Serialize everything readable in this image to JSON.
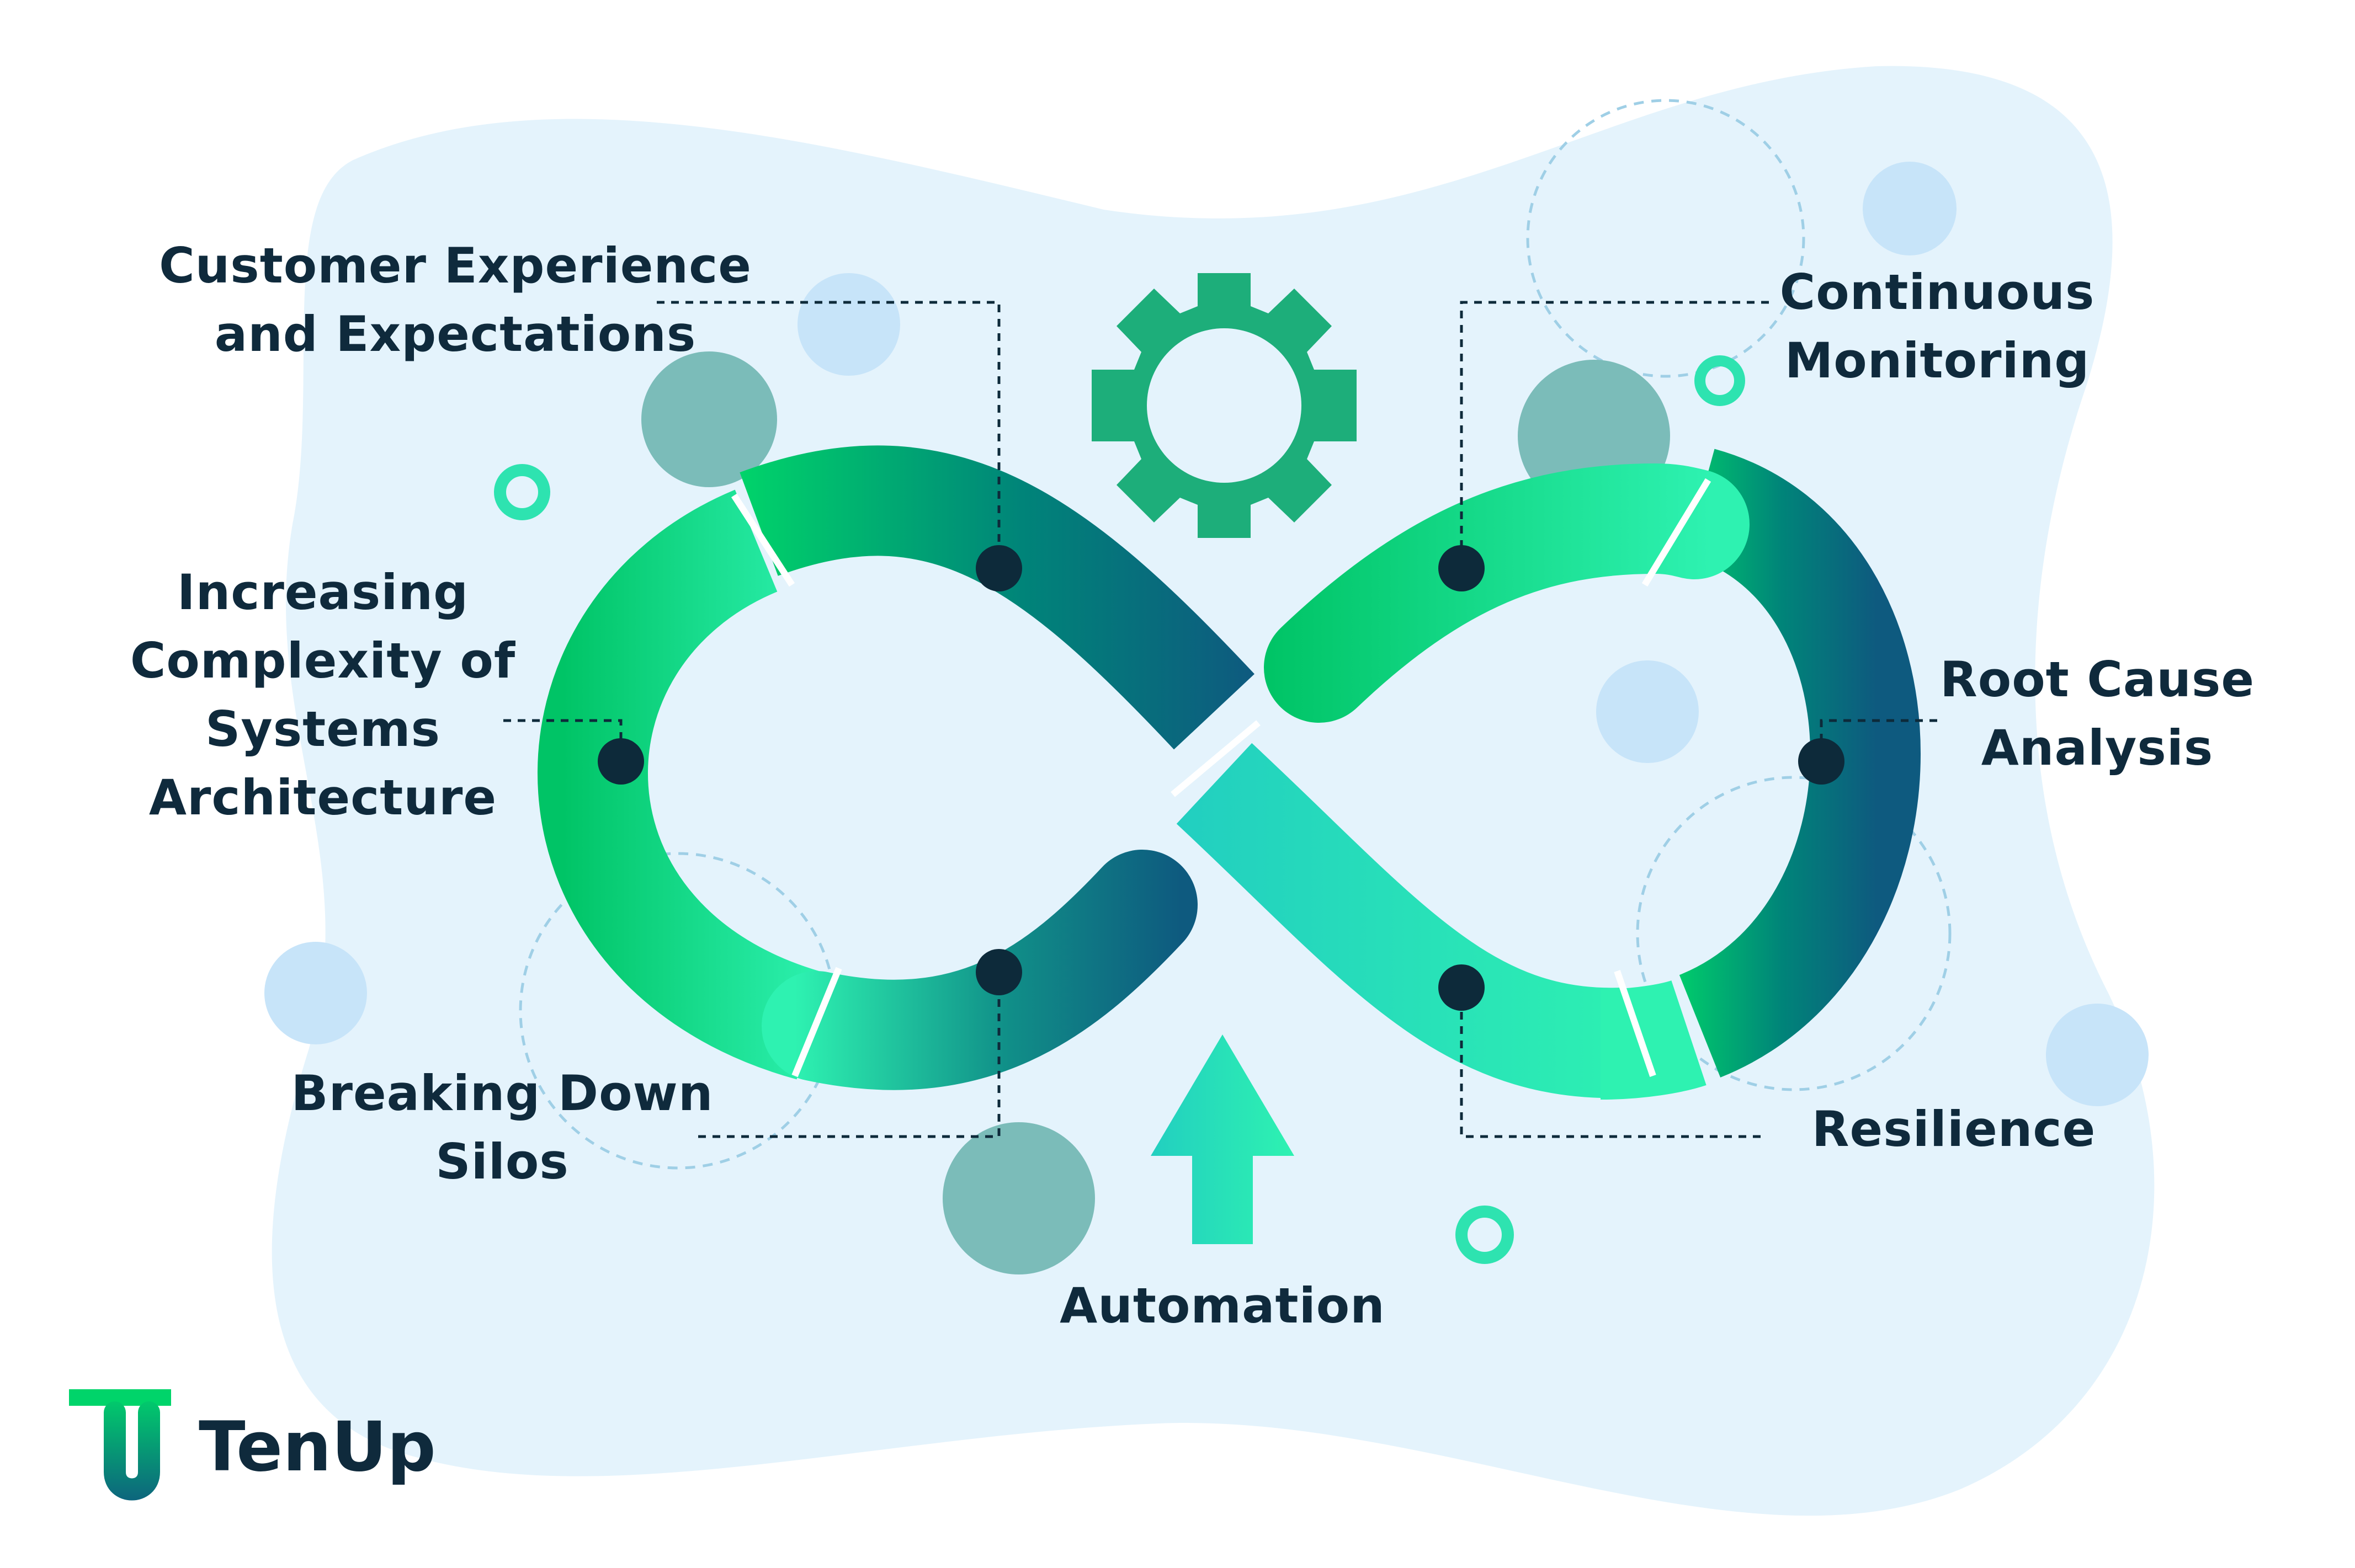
{
  "labels": {
    "customer": [
      "Customer Experience",
      "and Expectations"
    ],
    "complexity": [
      "Increasing",
      "Complexity of",
      "Systems",
      "Architecture"
    ],
    "silos": [
      "Breaking Down",
      "Silos"
    ],
    "monitoring": [
      "Continuous",
      "Monitoring"
    ],
    "root_cause": [
      "Root Cause",
      "Analysis"
    ],
    "resilience": [
      "Resilience"
    ],
    "automation": [
      "Automation"
    ]
  },
  "logo": {
    "text": "TenUp"
  },
  "colors": {
    "background_blob": "#e4f3fc",
    "green": "#00d46a",
    "mint": "#2ef2b1",
    "teal": "#008479",
    "navy": "#0e5a7f",
    "dot": "#0d2a3a",
    "text": "#0f2a3c",
    "grey_teal_circle": "#7bbcb9",
    "light_blue_circle": "#c7e4f9"
  },
  "icons": [
    "gear-icon",
    "up-arrow-icon",
    "tenup-logo-icon"
  ]
}
